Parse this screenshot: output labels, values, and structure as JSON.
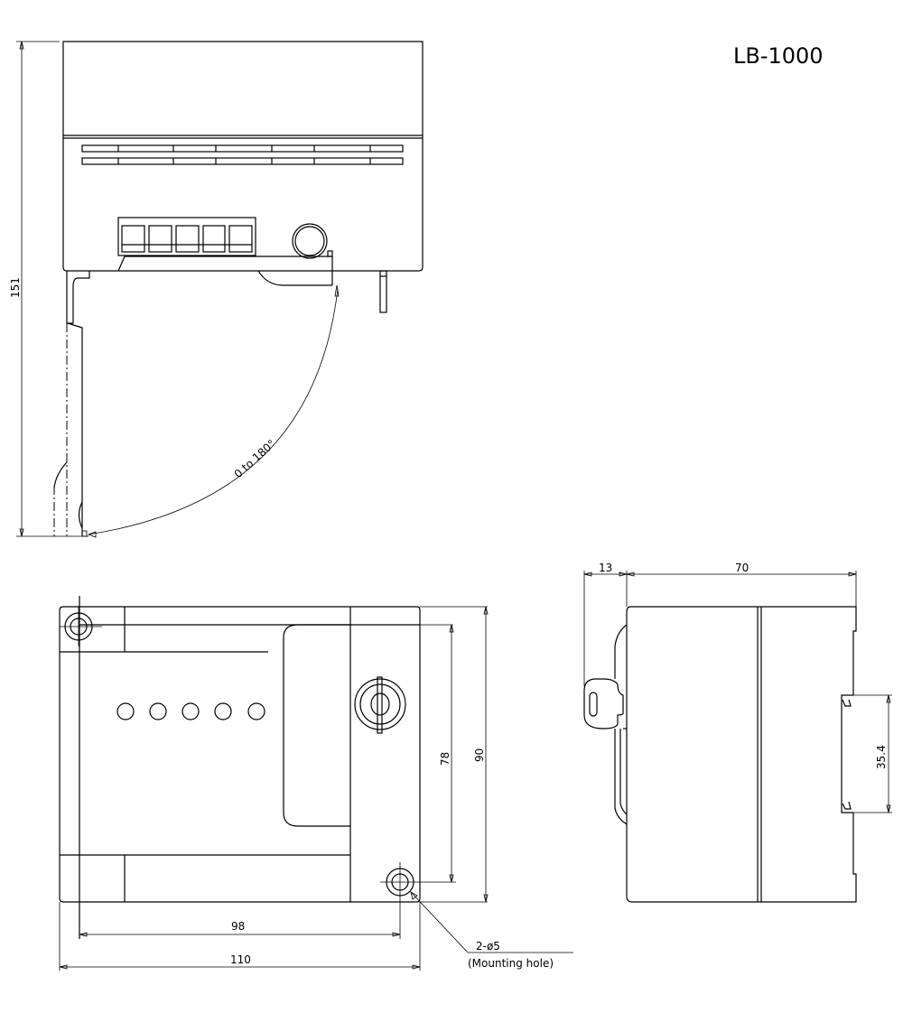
{
  "title": "LB-1000",
  "side_view": {
    "height_dim": "151",
    "rotation_label": "0 to 180°"
  },
  "front_view": {
    "width_outer_dim": "110",
    "width_holes_dim": "98",
    "height_outer_dim": "90",
    "height_holes_dim": "78",
    "hole_callout": "2-ø5",
    "hole_note": "(Mounting hole)",
    "indicator_count": 5
  },
  "end_view": {
    "depth_flange_dim": "13",
    "depth_body_dim": "70",
    "rail_dim": "35.4"
  },
  "colors": {
    "line": "#000000",
    "background": "#ffffff"
  }
}
